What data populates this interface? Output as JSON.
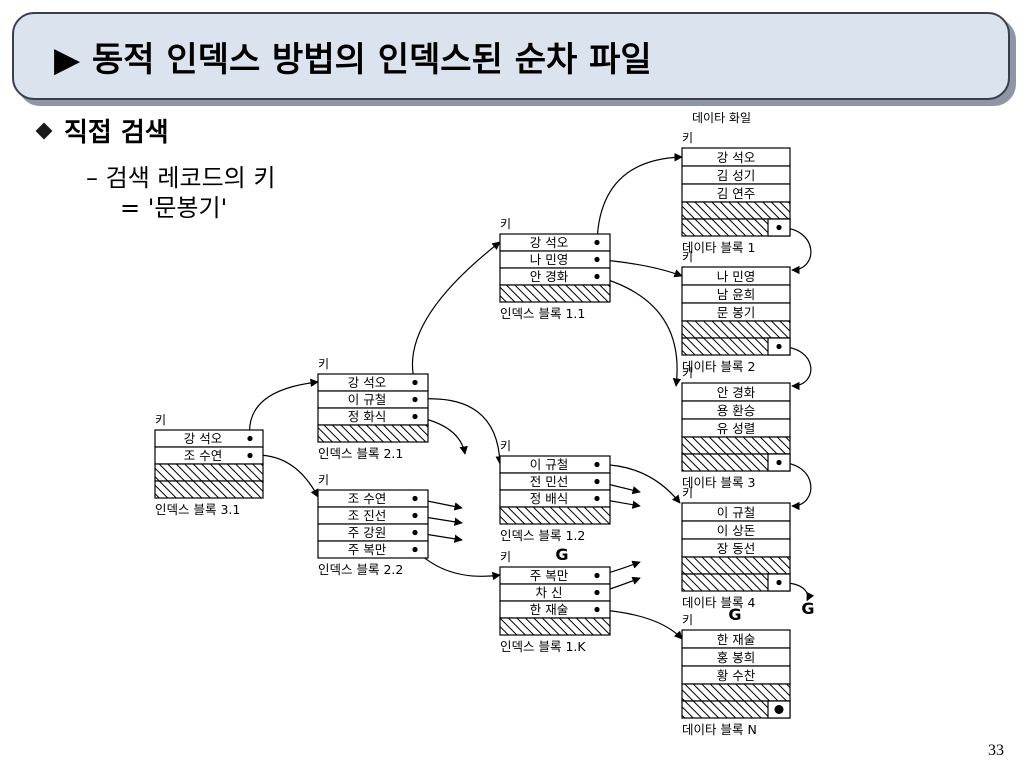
{
  "title": "▶ 동적 인덱스 방법의 인덱스된 순차 파일",
  "bullet": "직접 검색",
  "sub_line1": "– 검색 레코드의 키",
  "sub_line2": "= '문봉기'",
  "page_number": "33",
  "key_label": "키",
  "data_file_label": "데이타 화일",
  "blocks": [
    {
      "id": "ix31",
      "kind": "index",
      "caption": "인덱스 블록 3.1",
      "rows": [
        "강 석오",
        "조 수연"
      ]
    },
    {
      "id": "ix21",
      "kind": "index",
      "caption": "인덱스 블록 2.1",
      "rows": [
        "강 석오",
        "이 규철",
        "정 화식"
      ]
    },
    {
      "id": "ix22",
      "kind": "index",
      "caption": "인덱스 블록 2.2",
      "rows": [
        "조 수연",
        "조 진선",
        "주 강원",
        "주 복만"
      ]
    },
    {
      "id": "ix11",
      "kind": "index",
      "caption": "인덱스 블록 1.1",
      "rows": [
        "강 석오",
        "나 민영",
        "안 경화"
      ]
    },
    {
      "id": "ix12",
      "kind": "index",
      "caption": "인덱스 블록 1.2",
      "rows": [
        "이 규철",
        "전 민선",
        "정 배식"
      ]
    },
    {
      "id": "ix1k",
      "kind": "index",
      "caption": "인덱스 블록 1.K",
      "rows": [
        "주 복만",
        "차    신",
        "한 재술"
      ]
    },
    {
      "id": "db1",
      "kind": "data",
      "caption": "데이타 블록 1",
      "rows": [
        "강 석오",
        "김 성기",
        "김 연주"
      ]
    },
    {
      "id": "db2",
      "kind": "data",
      "caption": "데이타 블록 2",
      "rows": [
        "나 민영",
        "남 윤희",
        "문 봉기"
      ]
    },
    {
      "id": "db3",
      "kind": "data",
      "caption": "데이타 블록 3",
      "rows": [
        "안 경화",
        "용 환승",
        "유 성렬"
      ]
    },
    {
      "id": "db4",
      "kind": "data",
      "caption": "데이타 블록 4",
      "rows": [
        "이 규철",
        "이 상돈",
        "장 동선"
      ]
    },
    {
      "id": "dbn",
      "kind": "data",
      "caption": "데이타 블록 N",
      "rows": [
        "한 재술",
        "홍 봉희",
        "황 수찬"
      ]
    }
  ],
  "ellipsis_symbols": [
    {
      "near": "ix12",
      "symbol": "G"
    },
    {
      "near": "db4",
      "symbol": "G"
    },
    {
      "near": "db4-link",
      "symbol": "G"
    }
  ]
}
